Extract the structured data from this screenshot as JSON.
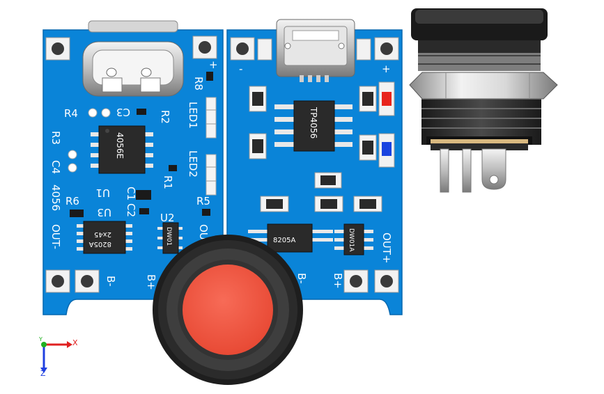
{
  "colors": {
    "pcb": "#0a84d8",
    "pcb_edge": "#0668b0",
    "silk": "#ffffff",
    "button_cap": "#f25a45",
    "led_red": "#e8241c",
    "led_blue": "#1a44e0",
    "axis_x": "#e02020",
    "axis_y": "#20b020",
    "axis_z": "#2040e0"
  },
  "left_board": {
    "ref_labels": {
      "r8": "R8",
      "plus": "+",
      "r4": "R4",
      "c3": "C3",
      "r2": "R2",
      "led1": "LED1",
      "r3": "R3",
      "c4": "C4",
      "ic_4056_silk": "4056",
      "led2": "LED2",
      "u1": "U1",
      "c1": "C1",
      "r1": "R1",
      "r6": "R6",
      "u3": "U3",
      "c2": "C2",
      "r5": "R5",
      "u2": "U2",
      "out_plus_partial": "OU",
      "out_minus": "OUT-",
      "b_minus": "B-",
      "b_plus": "B+"
    },
    "chip_markings": {
      "u1": "4056E",
      "u3_line1": "8205A",
      "u3_line2": "2x45",
      "u2": "DW01"
    }
  },
  "right_board": {
    "labels": {
      "minus": "-",
      "plus": "+",
      "b_minus_partial": "B-",
      "b_plus": "B+",
      "out_plus": "OUT+"
    },
    "chip_markings": {
      "u1": "TP4056",
      "mosfet": "8205A",
      "protect": "DW01A"
    }
  },
  "axes": {
    "x": "X",
    "y": "Y",
    "z": "Z"
  }
}
